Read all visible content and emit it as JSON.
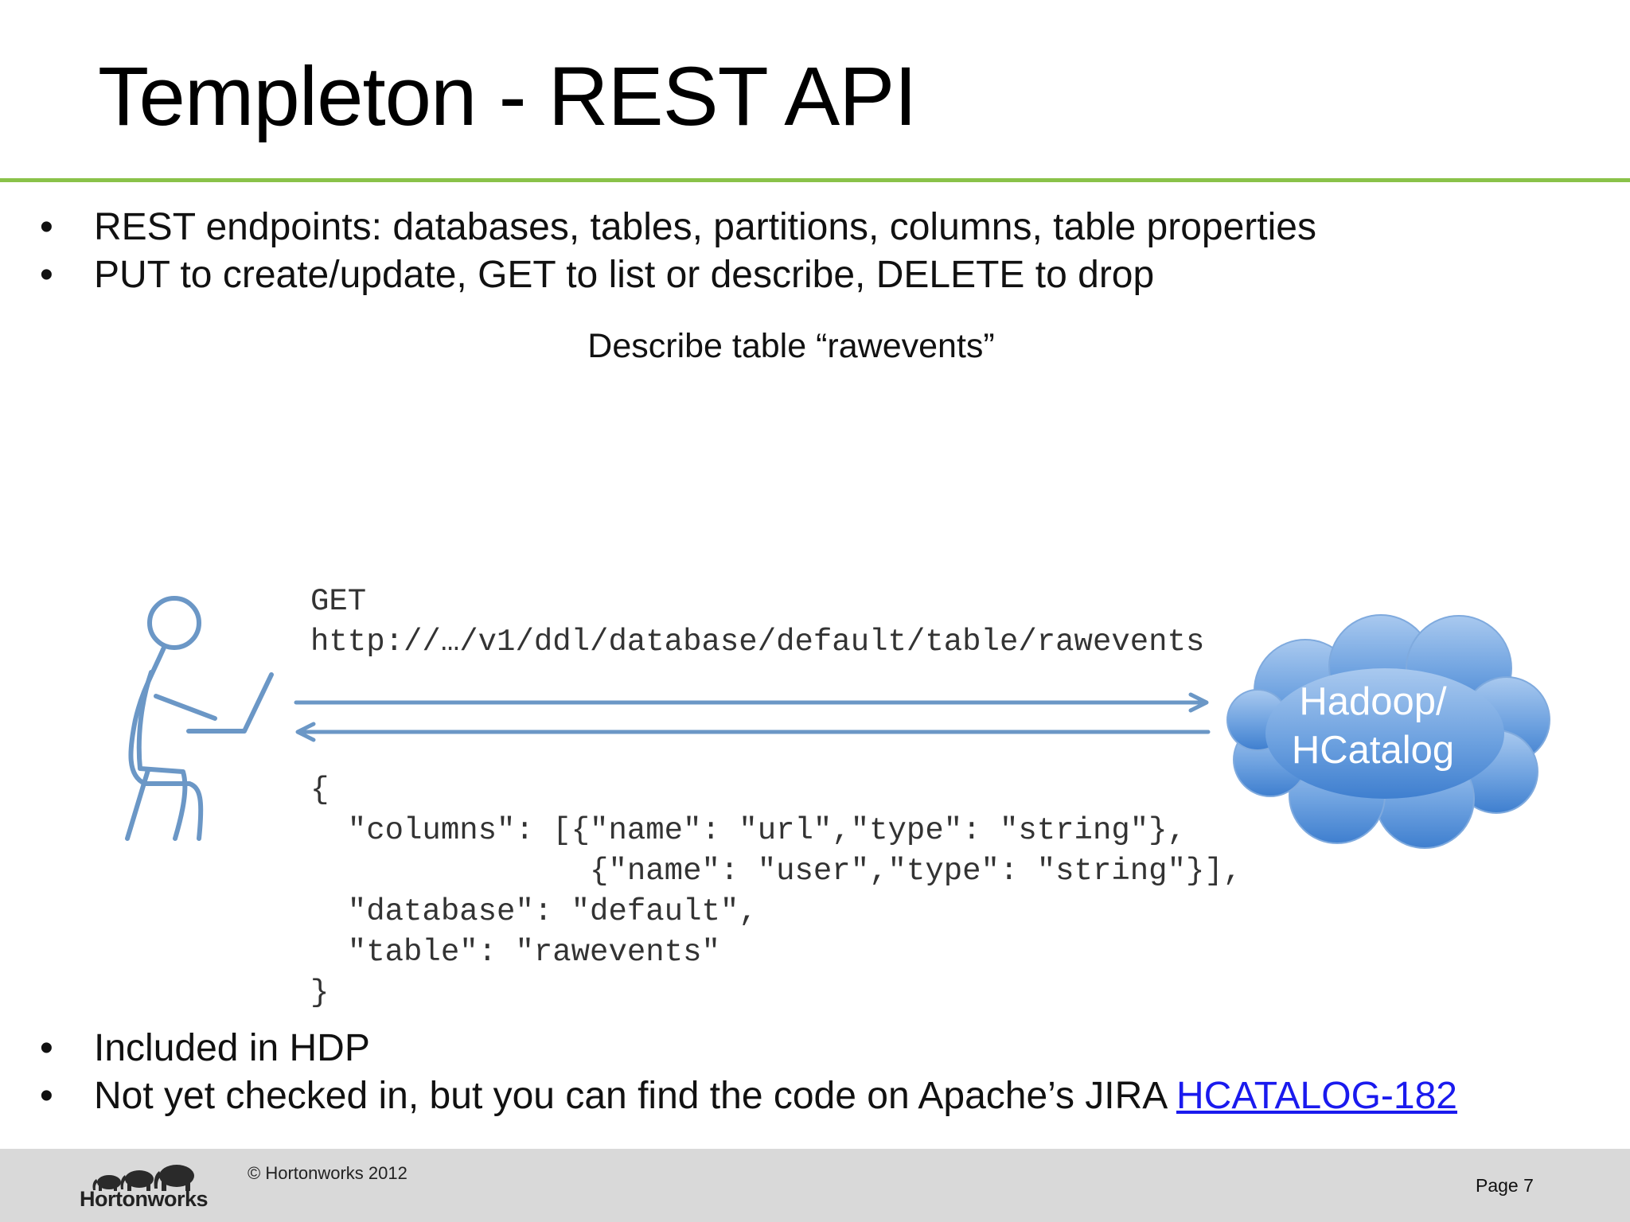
{
  "slide": {
    "title": "Templeton - REST API",
    "bullets_top": [
      "REST endpoints: databases, tables, partitions, columns, table properties",
      "PUT to create/update, GET to list or describe, DELETE to drop"
    ],
    "caption": "Describe table “rawevents”",
    "request": {
      "method": "GET",
      "url": "http://…/v1/ddl/database/default/table/rawevents"
    },
    "response_lines": [
      "{",
      "  \"columns\": [{\"name\": \"url\",\"type\": \"string\"},",
      "               {\"name\": \"user\",\"type\": \"string\"}],",
      "  \"database\": \"default\",",
      "  \"table\": \"rawevents\"",
      "}"
    ],
    "cloud_label_line1": "Hadoop/",
    "cloud_label_line2": "HCatalog",
    "bullets_bottom": {
      "item1": "Included in HDP",
      "item2_text": "Not yet checked in, but you can find the code on Apache’s JIRA ",
      "item2_link": "HCATALOG-182"
    },
    "bullet_symbol": "•"
  },
  "footer": {
    "logo_text": "Hortonworks",
    "copyright": "© Hortonworks 2012",
    "page": "Page 7"
  },
  "colors": {
    "accent_rule": "#8ac249",
    "diagram_blue": "#6b97c6",
    "cloud_fill": "#5a93d8",
    "link": "#1a1aee",
    "footer_bg": "#d9d9d9"
  },
  "icons": {
    "person": "person-at-laptop-icon",
    "cloud": "cloud-icon",
    "logo": "elephants-logo-icon"
  }
}
